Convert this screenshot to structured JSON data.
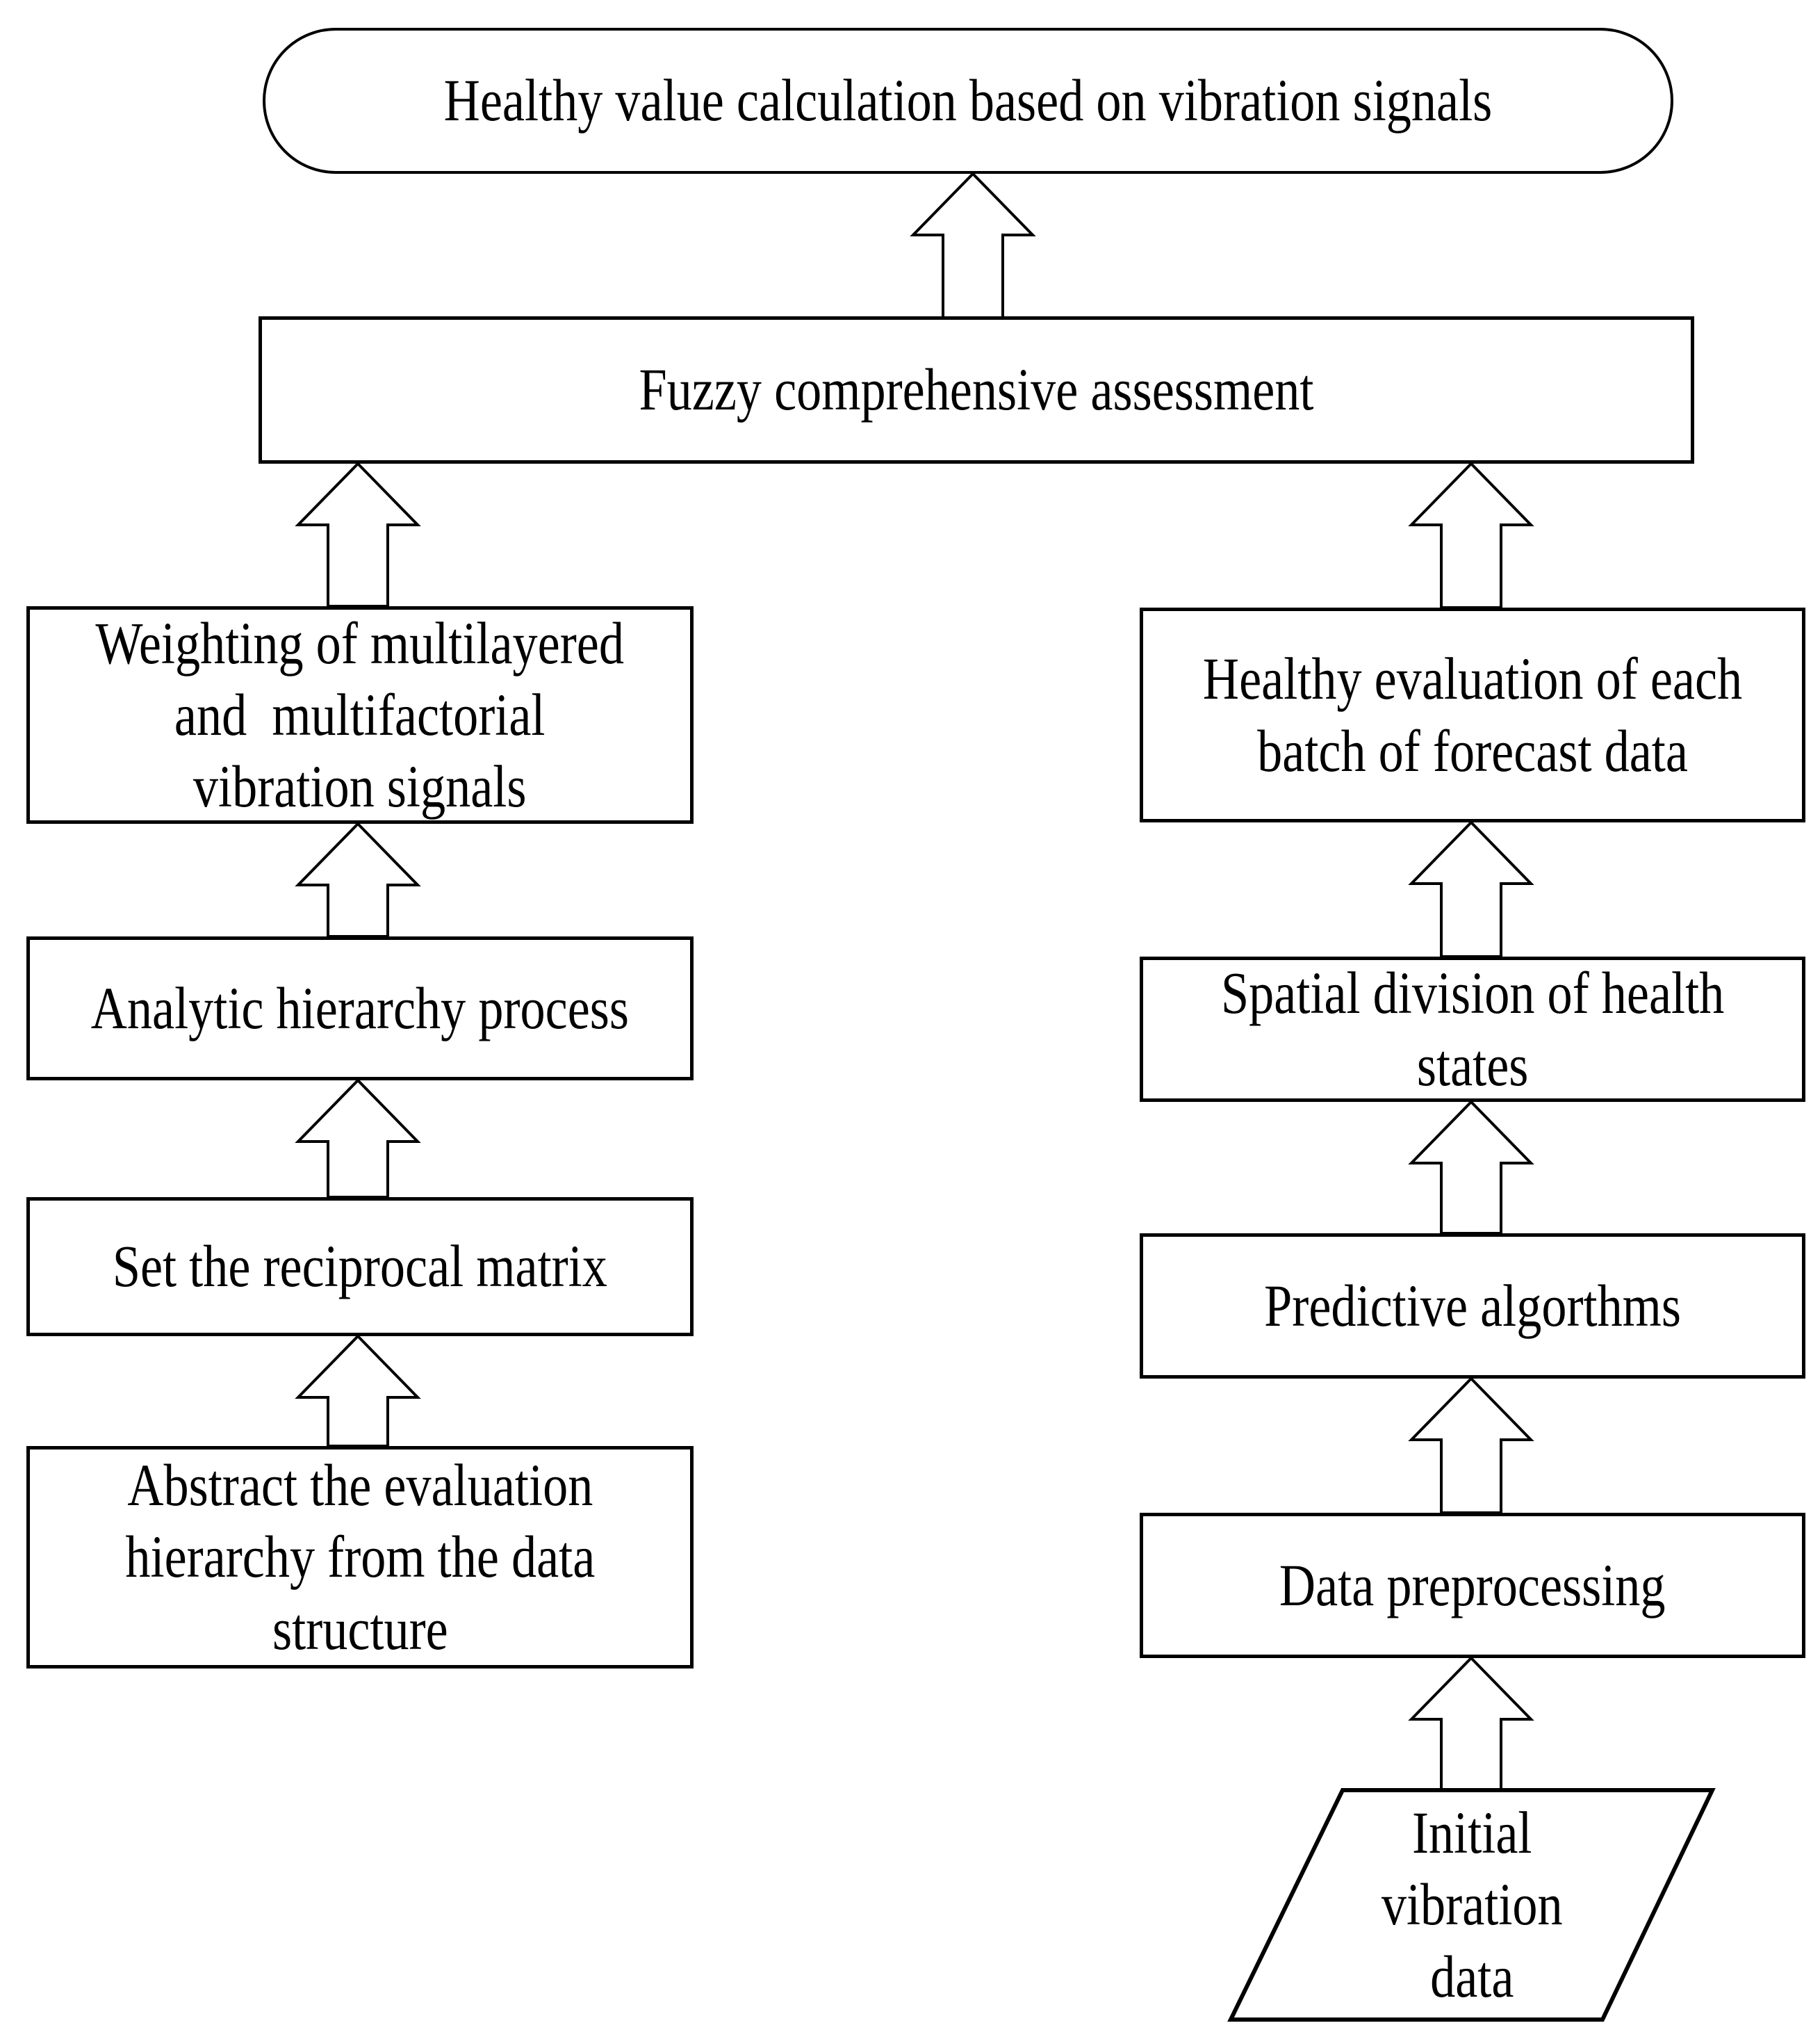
{
  "flowchart": {
    "type": "flowchart",
    "nodes": {
      "result": {
        "shape": "terminator",
        "label": "Healthy value calculation based on vibration signals"
      },
      "assessment": {
        "shape": "process",
        "label": "Fuzzy comprehensive assessment"
      },
      "weighting": {
        "shape": "process",
        "label": "Weighting of multilayered\nand  multifactorial\nvibration signals"
      },
      "ahp": {
        "shape": "process",
        "label": "Analytic hierarchy process"
      },
      "reciprocal": {
        "shape": "process",
        "label": "Set the reciprocal matrix"
      },
      "abstract": {
        "shape": "process",
        "label": "Abstract the evaluation\nhierarchy from the data\nstructure"
      },
      "healthy_eval": {
        "shape": "process",
        "label": "Healthy evaluation of each\nbatch of forecast data"
      },
      "spatial": {
        "shape": "process",
        "label": "Spatial division of health\nstates"
      },
      "predictive": {
        "shape": "process",
        "label": "Predictive algorthms"
      },
      "preprocess": {
        "shape": "process",
        "label": "Data preprocessing"
      },
      "initial_data": {
        "shape": "parallelogram",
        "label": "Initial\nvibration\ndata"
      }
    },
    "edges": [
      {
        "from": "assessment",
        "to": "result"
      },
      {
        "from": "weighting",
        "to": "assessment"
      },
      {
        "from": "ahp",
        "to": "weighting"
      },
      {
        "from": "reciprocal",
        "to": "ahp"
      },
      {
        "from": "abstract",
        "to": "reciprocal"
      },
      {
        "from": "healthy_eval",
        "to": "assessment"
      },
      {
        "from": "spatial",
        "to": "healthy_eval"
      },
      {
        "from": "predictive",
        "to": "spatial"
      },
      {
        "from": "preprocess",
        "to": "predictive"
      },
      {
        "from": "initial_data",
        "to": "preprocess"
      }
    ],
    "colors": {
      "background": "#ffffff",
      "stroke": "#000000",
      "text": "#000000"
    }
  }
}
